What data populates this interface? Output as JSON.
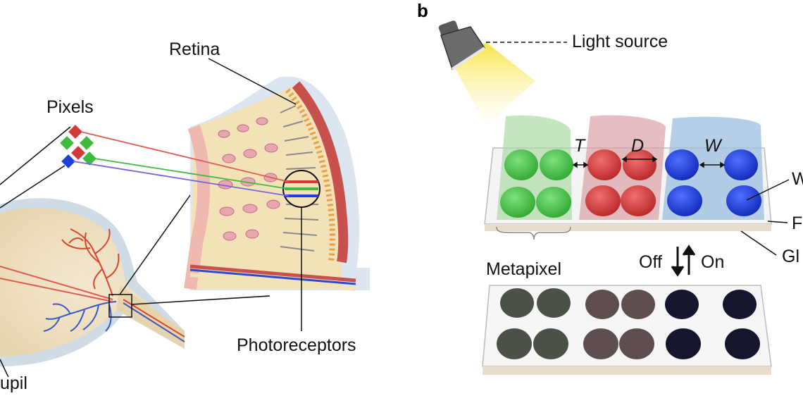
{
  "panel_b": {
    "letter": "b",
    "light_source": "Light source",
    "dim_T": "T",
    "dim_D": "D",
    "dim_W": "W",
    "metapixel": "Metapixel",
    "off": "Off",
    "on": "On",
    "edge_W": "W",
    "edge_F": "F",
    "edge_Gl": "Gl"
  },
  "panel_a": {
    "retina": "Retina",
    "pixels": "Pixels",
    "photoreceptors": "Photoreceptors",
    "pupil": "upil"
  },
  "colors": {
    "green": "#3dbb3d",
    "red": "#d23a3a",
    "blue": "#1f3fd6",
    "dark_green": "#4a5248",
    "dark_red": "#5e4e4e",
    "dark_blue": "#15152e",
    "retina_red": "#c9514d",
    "tissue": "#f3e2b8"
  }
}
